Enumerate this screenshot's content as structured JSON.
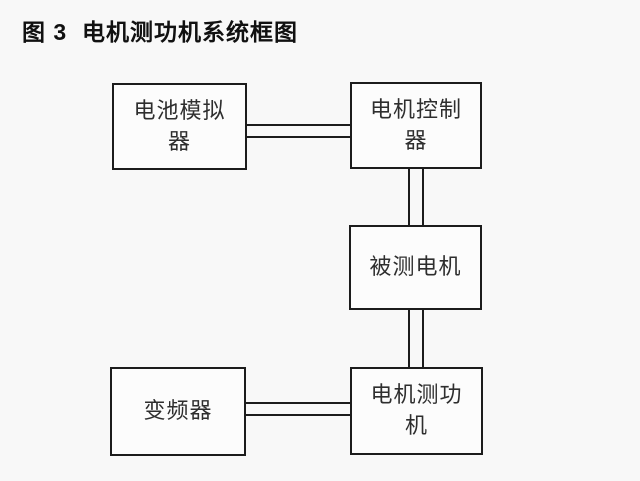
{
  "page": {
    "title": "图 3  电机测功机系统框图",
    "background_color": "#f8f8f8"
  },
  "diagram": {
    "type": "block-diagram",
    "colors": {
      "box_border": "#1c1c1c",
      "box_fill": "#fcfcfc",
      "text": "#2e2e2e",
      "connector_line": "#1c1c1c"
    },
    "boxes": [
      {
        "id": "battery-simulator",
        "label": "电池模拟\n器"
      },
      {
        "id": "motor-controller",
        "label": "电机控制\n器"
      },
      {
        "id": "motor-under-test",
        "label": "被测电机"
      },
      {
        "id": "inverter",
        "label": "变频器"
      },
      {
        "id": "motor-dynamometer",
        "label": "电机测功\n机"
      }
    ],
    "connections": [
      {
        "from": "battery-simulator",
        "to": "motor-controller",
        "style": "double-line",
        "orientation": "horizontal"
      },
      {
        "from": "motor-controller",
        "to": "motor-under-test",
        "style": "double-line",
        "orientation": "vertical"
      },
      {
        "from": "motor-under-test",
        "to": "motor-dynamometer",
        "style": "double-line",
        "orientation": "vertical"
      },
      {
        "from": "inverter",
        "to": "motor-dynamometer",
        "style": "double-line",
        "orientation": "horizontal"
      }
    ]
  }
}
